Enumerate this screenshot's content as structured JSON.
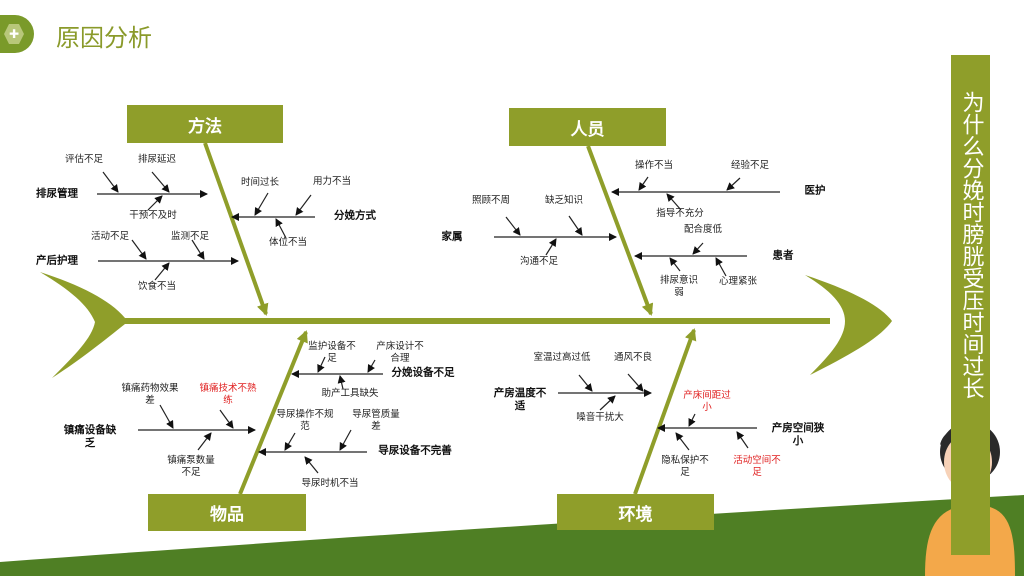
{
  "header": {
    "title": "原因分析",
    "icon": "medical-cross-hexagon-icon"
  },
  "side_title": "为什么分娩时膀胱受压时间过长",
  "colors": {
    "olive": "#8f9e2a",
    "dark_green": "#4f7f24",
    "red": "#e02020"
  },
  "categories": {
    "method": "方法",
    "people": "人员",
    "items": "物品",
    "environment": "环境"
  },
  "method": {
    "urination_mgmt": {
      "label": "排尿管理",
      "causes": [
        "评估不足",
        "排尿延迟",
        "干预不及时"
      ]
    },
    "delivery_mode": {
      "label": "分娩方式",
      "causes": [
        "时间过长",
        "用力不当",
        "体位不当"
      ]
    },
    "postpartum_care": {
      "label": "产后护理",
      "causes": [
        "活动不足",
        "监测不足",
        "饮食不当"
      ]
    }
  },
  "people": {
    "medical_staff": {
      "label": "医护",
      "causes": [
        "操作不当",
        "经验不足",
        "指导不充分"
      ]
    },
    "family": {
      "label": "家属",
      "causes": [
        "照顾不周",
        "缺乏知识",
        "沟通不足"
      ]
    },
    "patient": {
      "label": "患者",
      "causes": [
        "配合度低",
        "排尿意识弱",
        "心理紧张"
      ]
    }
  },
  "items": {
    "delivery_equipment": {
      "label": "分娩设备不足",
      "causes": [
        "监护设备不足",
        "产床设计不合理",
        "助产工具缺失"
      ]
    },
    "analgesia_equipment": {
      "label": "镇痛设备缺乏",
      "causes": [
        "镇痛药物效果差",
        "镇痛技术不熟练",
        "镇痛泵数量不足"
      ]
    },
    "catheter_equipment": {
      "label": "导尿设备不完善",
      "causes": [
        "导尿操作不规范",
        "导尿管质量差",
        "导尿时机不当"
      ]
    }
  },
  "environment": {
    "room_temp": {
      "label": "产房温度不适",
      "causes": [
        "室温过高过低",
        "通风不良",
        "噪音干扰大"
      ]
    },
    "room_space": {
      "label": "产房空间狭小",
      "causes": [
        "产床间距过小",
        "活动空间不足",
        "隐私保护不足"
      ]
    }
  }
}
